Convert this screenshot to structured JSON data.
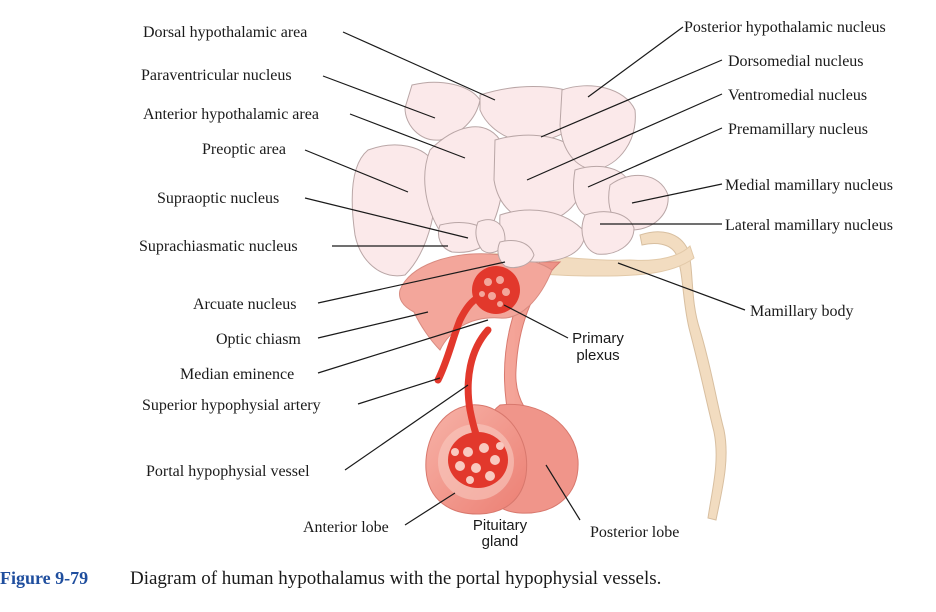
{
  "labels": {
    "dorsal_hypothalamic_area": "Dorsal hypothalamic area",
    "paraventricular_nucleus": "Paraventricular nucleus",
    "anterior_hypothalamic_area": "Anterior hypothalamic area",
    "preoptic_area": "Preoptic area",
    "supraoptic_nucleus": "Supraoptic nucleus",
    "suprachiasmatic_nucleus": "Suprachiasmatic nucleus",
    "arcuate_nucleus": "Arcuate nucleus",
    "optic_chiasm": "Optic chiasm",
    "median_eminence": "Median eminence",
    "superior_hypophysial_artery": "Superior hypophysial artery",
    "portal_hypophysial_vessel": "Portal hypophysial vessel",
    "anterior_lobe": "Anterior lobe",
    "pituitary_gland_line1": "Pituitary",
    "pituitary_gland_line2": "gland",
    "posterior_lobe": "Posterior lobe",
    "primary_plexus_line1": "Primary",
    "primary_plexus_line2": "plexus",
    "posterior_hypothalamic_nucleus": "Posterior hypothalamic nucleus",
    "dorsomedial_nucleus": "Dorsomedial nucleus",
    "ventromedial_nucleus": "Ventromedial nucleus",
    "premamillary_nucleus": "Premamillary nucleus",
    "medial_mamillary_nucleus": "Medial mamillary nucleus",
    "lateral_mamillary_nucleus": "Lateral mamillary nucleus",
    "mamillary_body": "Mamillary body"
  },
  "caption": {
    "number": "Figure 9-79",
    "text": "Diagram of human hypothalamus with the portal hypophysial vessels."
  },
  "colors": {
    "nucleus_fill": "#fbe9ea",
    "tissue_pink": "#f3a69b",
    "tissue_salmon": "#ef8f84",
    "vessel_red": "#e2382c",
    "stalk_beige": "#f2dcc0",
    "caption_blue": "#1f4e9e"
  }
}
